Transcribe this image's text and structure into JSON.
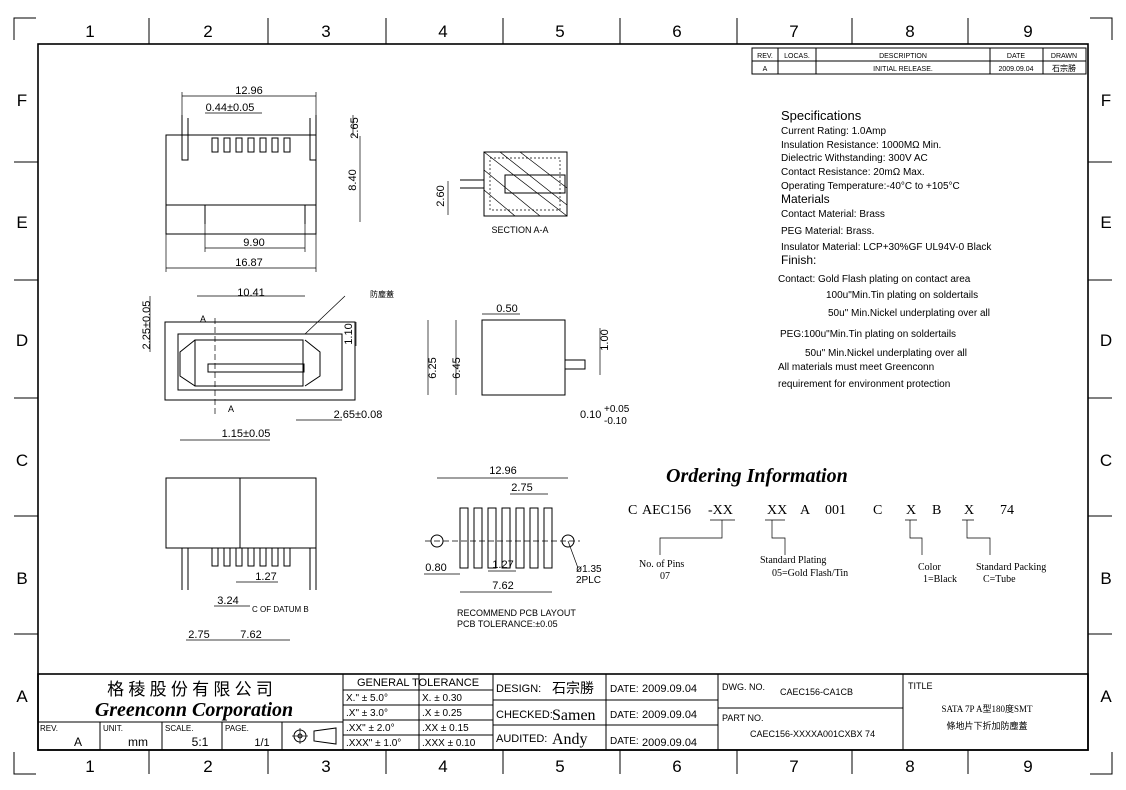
{
  "grid": {
    "columns": [
      "1",
      "2",
      "3",
      "4",
      "5",
      "6",
      "7",
      "8",
      "9"
    ],
    "rows": [
      "F",
      "E",
      "D",
      "C",
      "B",
      "A"
    ]
  },
  "revision_table": {
    "headers": {
      "rev": "REV.",
      "locas": "LOCAS.",
      "description": "DESCRIPTION",
      "date": "DATE",
      "drawn": "DRAWN"
    },
    "row": {
      "rev": "A",
      "locas": "",
      "description": "INITIAL RELEASE.",
      "date": "2009.09.04",
      "drawn": "石宗勝"
    }
  },
  "specs": {
    "title": "Specifications",
    "lines": [
      "Current Rating: 1.0Amp",
      "Insulation Resistance: 1000MΩ Min.",
      "Dielectric Withstanding: 300V AC",
      "Contact Resistance: 20mΩ Max.",
      "Operating Temperature:-40°C to +105°C"
    ],
    "materials_title": "Materials",
    "materials": [
      "Contact Material: Brass",
      "PEG Material: Brass.",
      "Insulator Material: LCP+30%GF UL94V-0 Black"
    ],
    "finish_title": "Finish:",
    "finish": [
      "Contact: Gold Flash plating on contact area",
      "100u\"Min.Tin plating on soldertails",
      "50u\" Min.Nickel underplating over all",
      "PEG:100u\"Min.Tin plating on soldertails",
      "50u\" Min.Nickel underplating over all",
      "All materials must meet Greenconn",
      "requirement for environment protection"
    ]
  },
  "ordering": {
    "title": "Ordering Information",
    "code_parts": [
      "C",
      "AEC156",
      "-XX",
      "XX",
      "A",
      "001",
      "C",
      "X",
      "B",
      "X",
      "74"
    ],
    "labels": {
      "pins": [
        "No. of Pins",
        "07"
      ],
      "plating": [
        "Standard Plating",
        "05=Gold Flash/Tin"
      ],
      "color": [
        "Color",
        "1=Black"
      ],
      "packing": [
        "Standard Packing",
        "C=Tube"
      ]
    }
  },
  "dims": {
    "top_width": "12.96",
    "pitch_pin": "0.44±0.05",
    "h_265": "2.65",
    "h_840": "8.40",
    "w_990": "9.90",
    "w_1687": "16.87",
    "section_h": "2.60",
    "section_label": "SECTION A-A",
    "w_1041": "10.41",
    "peg_note": "防塵蓋",
    "h_225": "2.25±0.05",
    "h_110": "1.10",
    "a_top": "A",
    "a_bot": "A",
    "w_265": "2.65±0.08",
    "w_115": "1.15±0.05",
    "side_050": "0.50",
    "side_625": "6.25",
    "side_645": "6.45",
    "side_100": "1.00",
    "side_tol": "0.10",
    "side_tol_plus": "+0.05",
    "side_tol_minus": "-0.10",
    "front_127": "1.27",
    "front_324": "3.24",
    "front_datum": "C OF DATUM B",
    "front_275": "2.75",
    "front_762": "7.62",
    "pcb_1296": "12.96",
    "pcb_275": "2.75",
    "pcb_080": "0.80",
    "pcb_127": "1.27",
    "pcb_762": "7.62",
    "pcb_hole": "ø1.35",
    "pcb_hole_qty": "2PLC",
    "pcb_title": "RECOMMEND PCB LAYOUT",
    "pcb_tol": "PCB TOLERANCE:±0.05"
  },
  "title_block": {
    "company_cn": "格 稜 股 份 有 限 公 司",
    "company_en": "Greenconn Corporation",
    "rev_label": "REV.",
    "rev_value": "A",
    "unit_label": "UNIT.",
    "unit_value": "mm",
    "scale_label": "SCALE.",
    "scale_value": "5:1",
    "page_label": "PAGE.",
    "page_value": "1/1",
    "tol_title": "GENERAL TOLERANCE",
    "tolerances": [
      [
        "X.\" ± 5.0°",
        "X.  ± 0.30"
      ],
      [
        ".X\" ± 3.0°",
        ".X  ± 0.25"
      ],
      [
        ".XX\" ± 2.0°",
        ".XX ± 0.15"
      ],
      [
        ".XXX\" ± 1.0°",
        ".XXX ± 0.10"
      ]
    ],
    "design_label": "DESIGN:",
    "design_value": "石宗勝",
    "checked_label": "CHECKED:",
    "checked_value": "Samen",
    "audited_label": "AUDITED:",
    "audited_value": "Andy",
    "date_label": "DATE:",
    "date_value": "2009.09.04",
    "dwg_label": "DWG. NO.",
    "dwg_value": "CAEC156-CA1CB",
    "part_label": "PART NO.",
    "part_value": "CAEC156-XXXXA001CXBX 74",
    "title_label": "TITLE",
    "title_line1": "SATA 7P A型180度SMT",
    "title_line2": "條地片下折加防塵蓋"
  }
}
